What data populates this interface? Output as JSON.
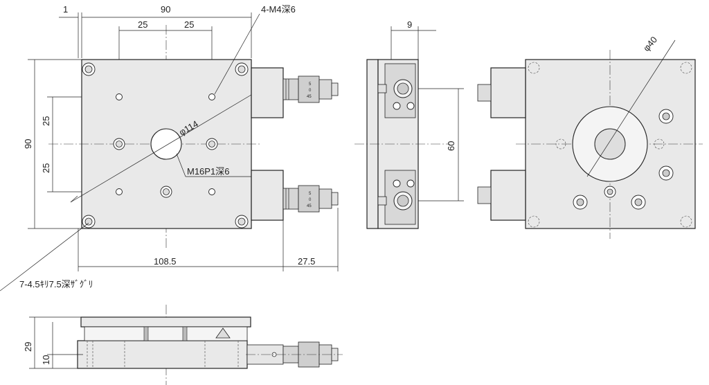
{
  "dims": {
    "d1": "1",
    "d90_top": "90",
    "d25_a": "25",
    "d25_b": "25",
    "m4": "4-M4深6",
    "d9": "9",
    "d40": "φ40",
    "d90_left": "90",
    "d25_c": "25",
    "d25_d": "25",
    "d114": "φ114",
    "m16": "M16P1深6",
    "d60": "60",
    "d108": "108.5",
    "d27": "27.5",
    "holes": "7-4.5ｷﾘ7.5深ｻﾞｸﾞﾘ",
    "d29": "29",
    "d10": "10"
  },
  "micrometer": {
    "scale_5": "5",
    "scale_0": "0",
    "scale_45": "45"
  }
}
